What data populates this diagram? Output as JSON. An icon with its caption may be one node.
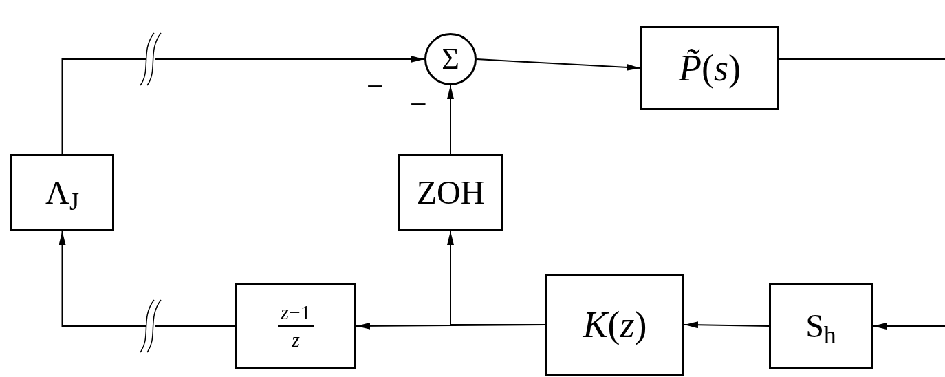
{
  "diagram": {
    "nodes": [
      {
        "text": [
          "Σ"
        ]
      },
      {
        "text": [
          "*P̃*(*s*)"
        ]
      },
      {
        "text": [
          "Λ$_{J}$"
        ]
      },
      {
        "text": [
          "ZOH"
        ]
      },
      {
        "text": [
          "*z*−1",
          "*z*"
        ]
      },
      {
        "text": [
          "*K*(*z*)"
        ]
      },
      {
        "text": [
          "S$_{h}$"
        ]
      }
    ],
    "edges": [
      {
        "from": 2,
        "to": 0,
        "arrow": "to"
      },
      {
        "from": 0,
        "to": 1,
        "arrow": "to"
      },
      {
        "from": 3,
        "to": 0,
        "arrow": "to"
      },
      {
        "from": 5,
        "to": 4,
        "arrow": "to"
      },
      {
        "from": 5,
        "to": 3,
        "arrow": "to"
      },
      {
        "from": 4,
        "to": 2,
        "arrow": "to"
      },
      {
        "from": 6,
        "to": 5,
        "arrow": "to"
      },
      {
        "from": 1,
        "to": null,
        "arrow": "none"
      },
      {
        "from": null,
        "to": 6,
        "arrow": "to"
      }
    ],
    "labels": [
      "−",
      "−"
    ]
  }
}
